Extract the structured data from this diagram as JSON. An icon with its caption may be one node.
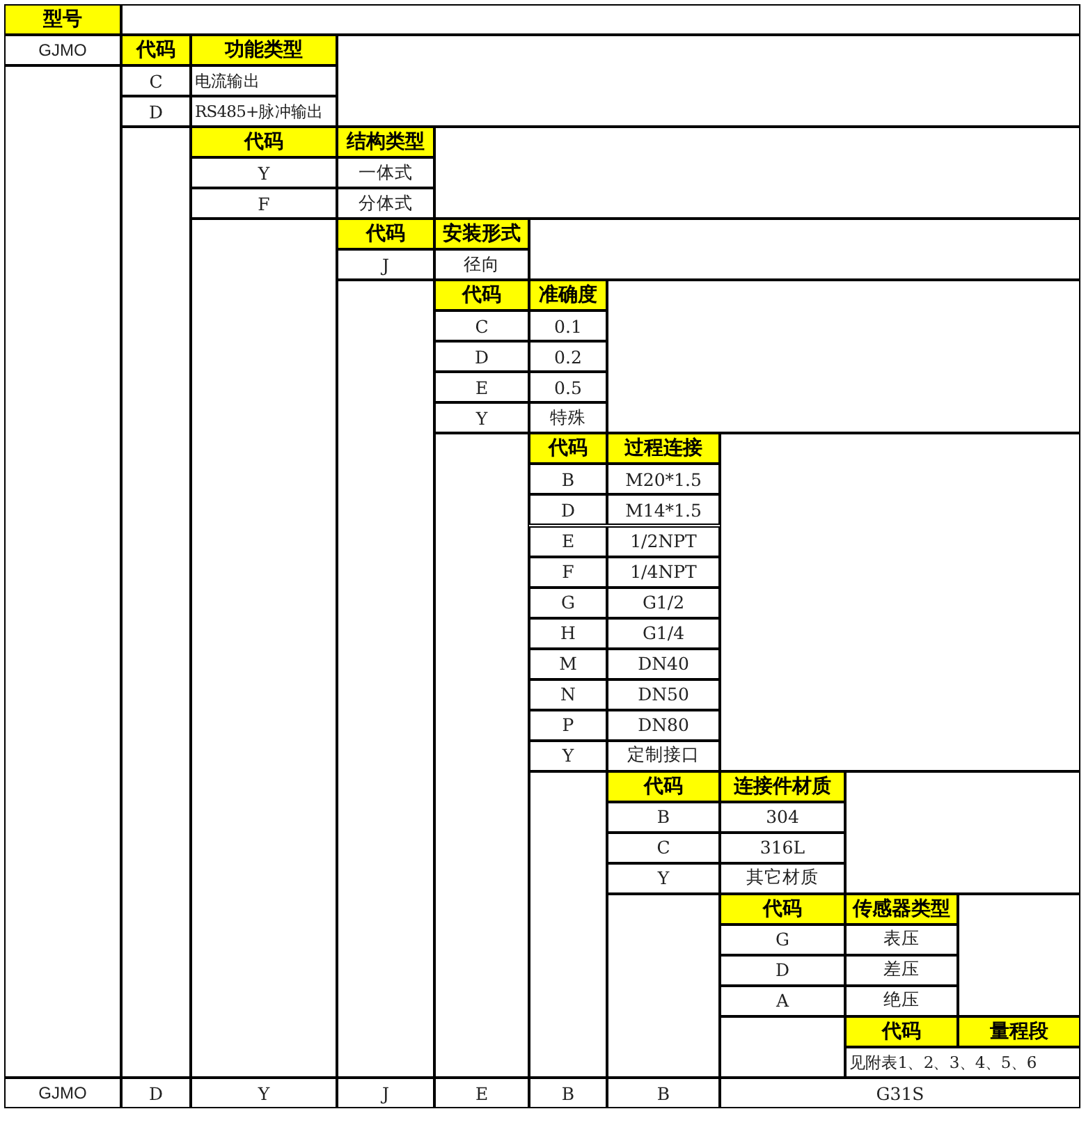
{
  "diagram": {
    "labels": [
      "型号",
      "GJMO",
      "代码",
      "功能类型",
      "C",
      "电流输出",
      "D",
      "RS485+脉冲输出",
      "代码",
      "结构类型",
      "Y",
      "一体式",
      "F",
      "分体式",
      "代码",
      "安装形式",
      "J",
      "径向",
      "代码",
      "准确度",
      "C",
      "0.1",
      "D",
      "0.2",
      "E",
      "0.5",
      "Y",
      "特殊",
      "代码",
      "过程连接",
      "B",
      "M20*1.5",
      "D",
      "M14*1.5",
      "E",
      "1/2NPT",
      "F",
      "1/4NPT",
      "G",
      "G1/2",
      "H",
      "G1/4",
      "M",
      "DN40",
      "N",
      "DN50",
      "P",
      "DN80",
      "Y",
      "定制接口",
      "代码",
      "连接件材质",
      "B",
      "304",
      "C",
      "316L",
      "Y",
      "其它材质",
      "代码",
      "传感器类型",
      "G",
      "表压",
      "D",
      "差压",
      "A",
      "绝压",
      "代码",
      "量程段",
      "见附表1、2、3、4、5、6",
      "GJMO",
      "D",
      "Y",
      "J",
      "E",
      "B",
      "B",
      "G31S"
    ]
  }
}
